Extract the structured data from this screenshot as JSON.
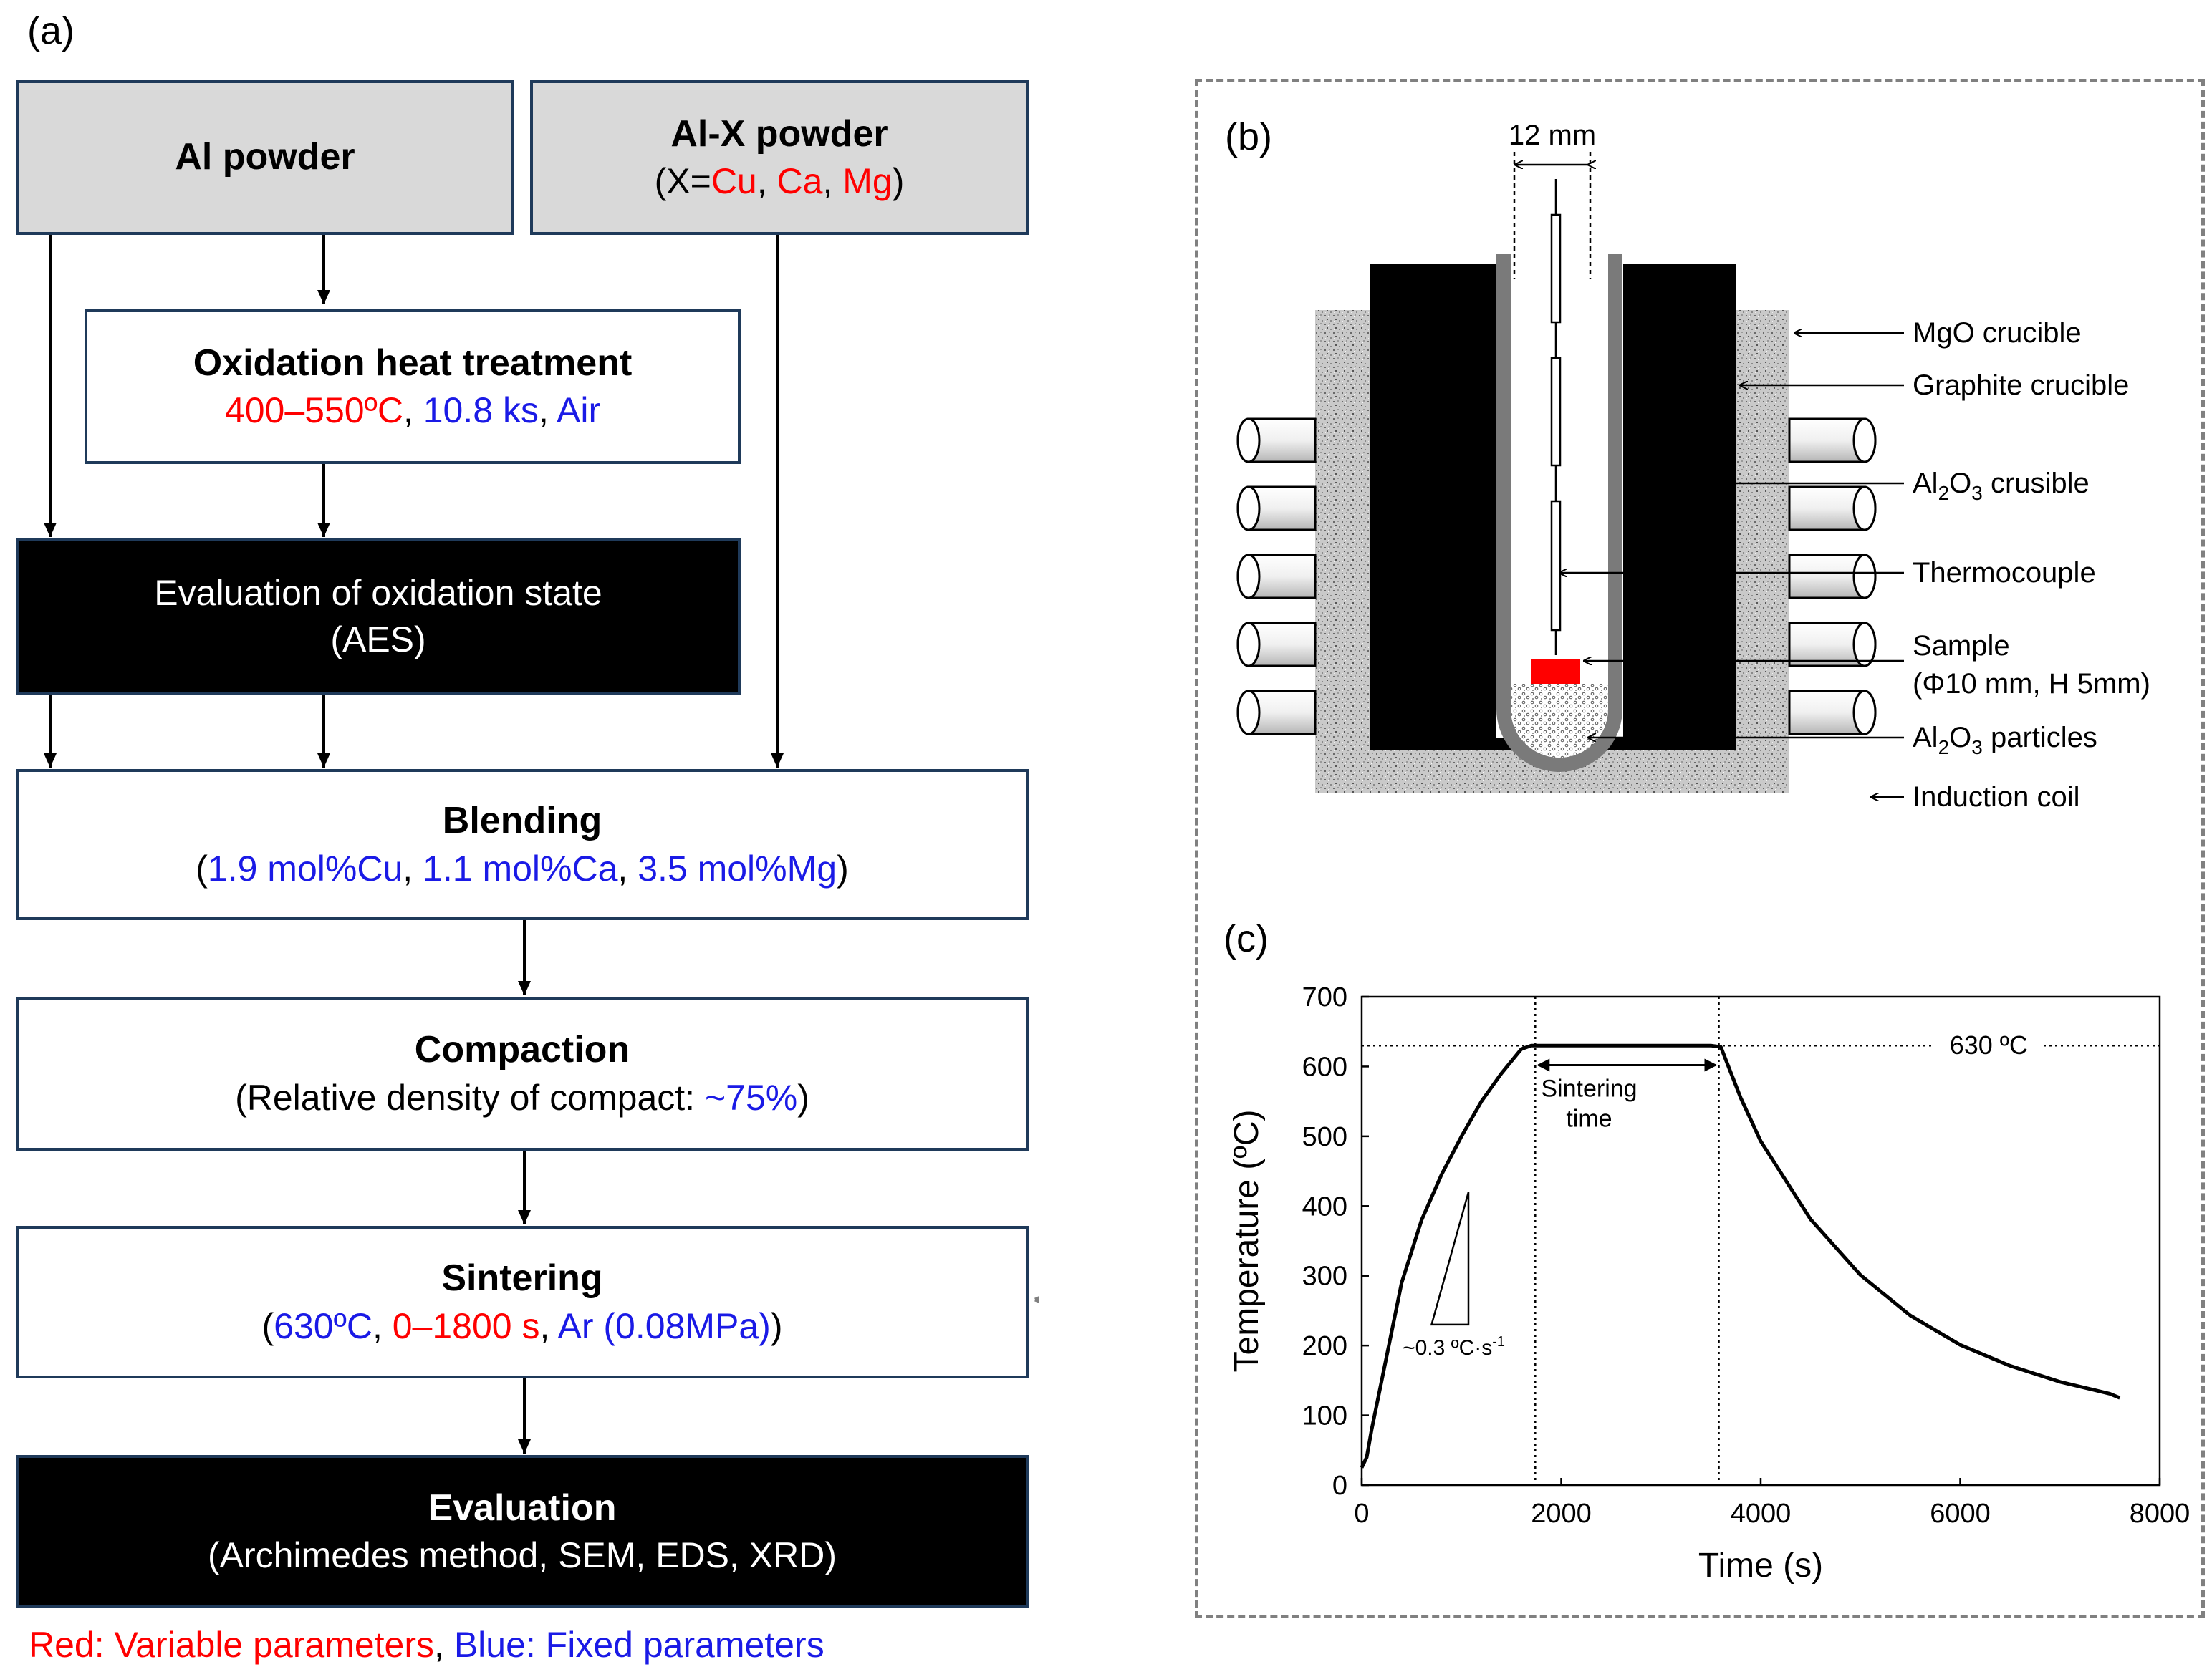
{
  "panels": {
    "a": "(a)",
    "b": "(b)",
    "c": "(c)"
  },
  "colors": {
    "variable": "#ff0000",
    "fixed": "#1a1ae6"
  },
  "flowchart": {
    "al_powder": "Al powder",
    "alx_powder": {
      "title": "Al-X powder",
      "prefix": "(X=",
      "cu": "Cu",
      "ca": "Ca",
      "mg": "Mg",
      "close": ")",
      "sep": ", "
    },
    "oxidation": {
      "title": "Oxidation heat treatment",
      "temp": "400–550ºC",
      "time": "10.8 ks",
      "atm": "Air",
      "sep": ", "
    },
    "evaluation_ox": {
      "line1": "Evaluation of oxidation state",
      "line2": "(AES)"
    },
    "blending": {
      "title": "Blending",
      "open": "(",
      "cu": "1.9 mol%Cu",
      "ca": "1.1 mol%Ca",
      "mg": "3.5 mol%Mg",
      "close": ")",
      "sep": ", "
    },
    "compaction": {
      "title": "Compaction",
      "prefix": "(Relative density of compact: ",
      "value": "~75%",
      "close": ")"
    },
    "sintering": {
      "title": "Sintering",
      "open": "(",
      "temp": "630ºC",
      "time": "0–1800 s",
      "atm": "Ar (0.08MPa)",
      "close": ")",
      "sep": ", "
    },
    "evaluation": {
      "title": "Evaluation",
      "line2": "(Archimedes method, SEM, EDS, XRD)"
    },
    "legend": {
      "red": "Red: Variable parameters",
      "sep": ", ",
      "blue": "Blue: Fixed parameters"
    }
  },
  "apparatus": {
    "width_label": "12 mm",
    "labels": {
      "mgo": "MgO crucible",
      "graphite": "Graphite crucible",
      "al2o3_crucible": {
        "pre": "Al",
        "sub1": "2",
        "mid": "O",
        "sub2": "3",
        "post": " crusible"
      },
      "thermocouple": "Thermocouple",
      "sample": "Sample",
      "sample_dims": "(Φ10 mm, H 5mm)",
      "al2o3_particles": {
        "pre": "Al",
        "sub1": "2",
        "mid": "O",
        "sub2": "3",
        "post": " particles"
      },
      "coil": "Induction coil"
    }
  },
  "chart_data": {
    "type": "line",
    "xlabel": "Time (s)",
    "ylabel": "Temperature (ºC)",
    "xlim": [
      0,
      8000
    ],
    "ylim": [
      0,
      700
    ],
    "xticks": [
      0,
      2000,
      4000,
      6000,
      8000
    ],
    "yticks": [
      0,
      100,
      200,
      300,
      400,
      500,
      600,
      700
    ],
    "series": [
      {
        "x": [
          0,
          50,
          100,
          200,
          300,
          400,
          600,
          800,
          1000,
          1200,
          1400,
          1600,
          1700,
          1800,
          2500,
          3000,
          3500,
          3600,
          3800,
          4000,
          4500,
          5000,
          5500,
          6000,
          6500,
          7000,
          7500,
          7600
        ],
        "y": [
          25,
          40,
          80,
          150,
          220,
          290,
          380,
          445,
          500,
          550,
          590,
          625,
          630,
          630,
          630,
          630,
          630,
          628,
          555,
          493,
          381,
          301,
          243,
          201,
          171,
          148,
          131,
          125
        ]
      }
    ],
    "annotations": {
      "hline_label": "630 ºC",
      "hline_value": 630,
      "vlines": [
        1740,
        3580
      ],
      "interval_label_1": "Sintering",
      "interval_label_2": "time",
      "rate_label": "~0.3 ºC·s",
      "rate_exp": "-1"
    }
  }
}
